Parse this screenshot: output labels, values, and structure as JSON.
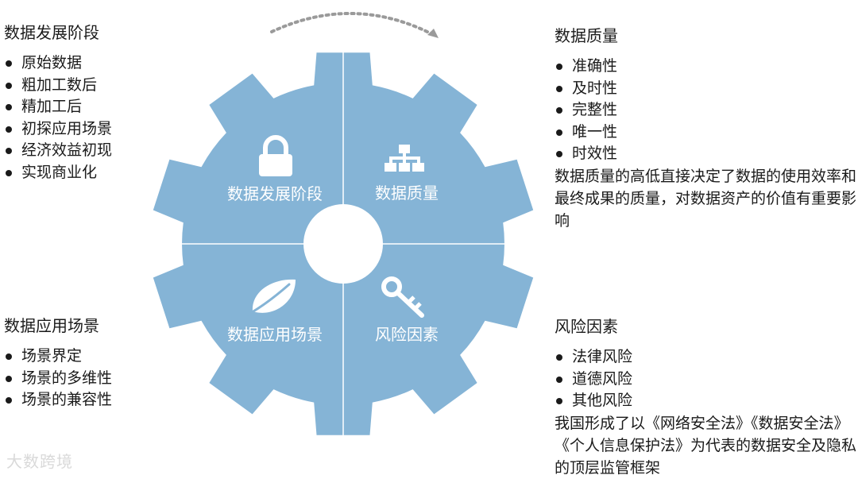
{
  "top_arrow_icon": "curved-dotted-arrow-icon",
  "colors": {
    "gear": "#85b4d6",
    "divider": "#ffffff",
    "hub": "#ffffff",
    "watermark": "#d9d9d9"
  },
  "quadrants": {
    "top_left": {
      "label": "数据发展阶段",
      "icon": "lock-icon"
    },
    "top_right": {
      "label": "数据质量",
      "icon": "org-chart-icon"
    },
    "bottom_left": {
      "label": "数据应用场景",
      "icon": "leaf-icon"
    },
    "bottom_right": {
      "label": "风险因素",
      "icon": "key-icon"
    }
  },
  "panels": {
    "top_left": {
      "heading": "数据发展阶段",
      "items": [
        "原始数据",
        "粗加工数后",
        "精加工后",
        "初探应用场景",
        "经济效益初现",
        "实现商业化"
      ]
    },
    "top_right": {
      "heading": "数据质量",
      "items": [
        "准确性",
        "及时性",
        "完整性",
        "唯一性",
        "时效性"
      ],
      "description": "数据质量的高低直接决定了数据的使用效率和最终成果的质量，对数据资产的价值有重要影响"
    },
    "bottom_left": {
      "heading": "数据应用场景",
      "items": [
        "场景界定",
        "场景的多维性",
        "场景的兼容性"
      ]
    },
    "bottom_right": {
      "heading": "风险因素",
      "items": [
        "法律风险",
        "道德风险",
        "其他风险"
      ],
      "description": "我国形成了以《网络安全法》《数据安全法》《个人信息保护法》为代表的数据安全及隐私的顶层监管框架"
    }
  },
  "watermark": "大数跨境"
}
